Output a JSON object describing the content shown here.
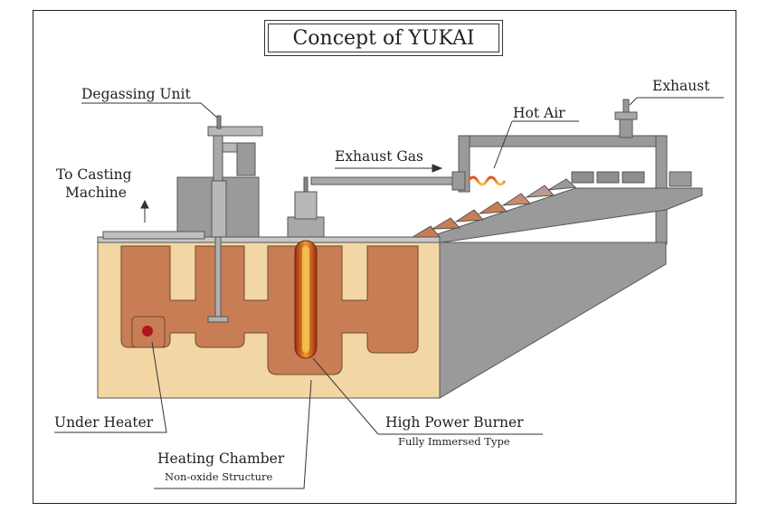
{
  "title": "Concept of YUKAI",
  "labels": {
    "degassing_unit": "Degassing Unit",
    "exhaust": "Exhaust",
    "hot_air": "Hot Air",
    "exhaust_gas": "Exhaust Gas",
    "to_casting_line1": "To Casting",
    "to_casting_line2": "Machine",
    "under_heater": "Under Heater",
    "high_power_burner": "High Power Burner",
    "fully_immersed": "Fully Immersed Type",
    "heating_chamber": "Heating Chamber",
    "non_oxide": "Non-oxide Structure"
  },
  "colors": {
    "refractory": "#f2d6a4",
    "molten_metal": "#c97d55",
    "steel": "#9a9a9a",
    "burner": "#c0391c",
    "heater_dot": "#b0141c"
  }
}
